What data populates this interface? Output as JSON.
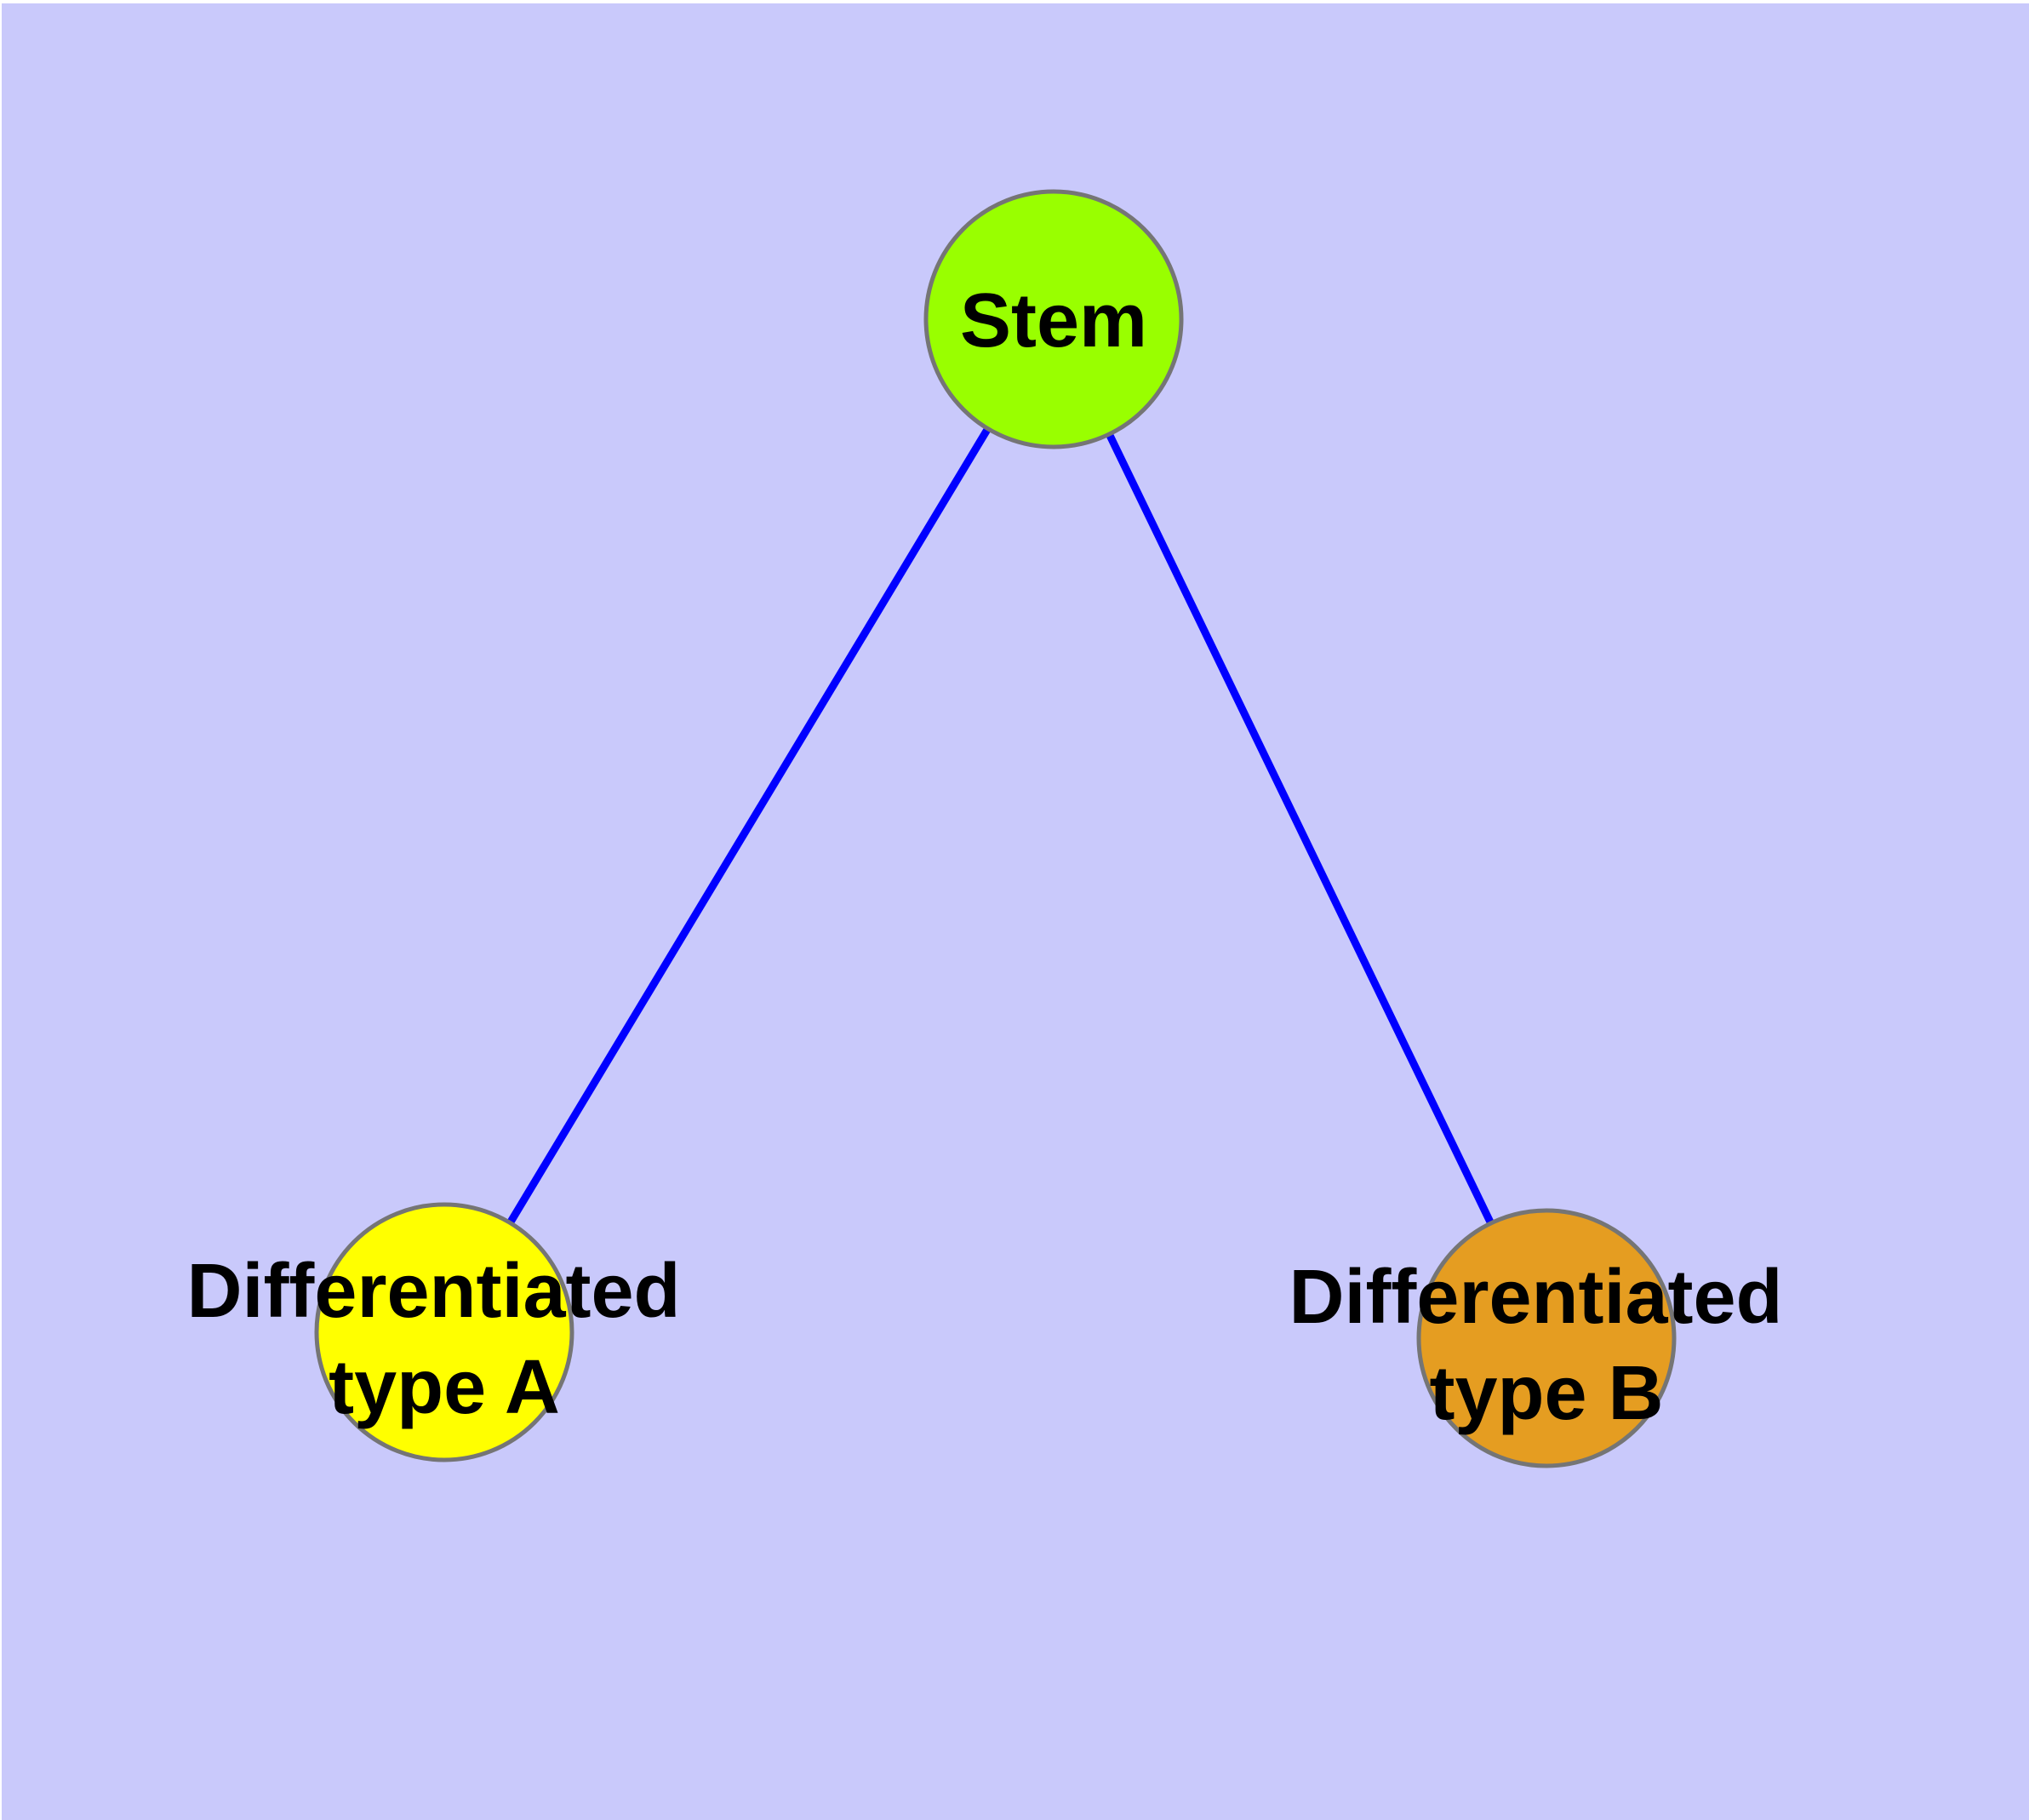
{
  "canvas": {
    "background": "#C9C9FB",
    "edge_highlight": "#FFFFFF"
  },
  "colors": {
    "edge_line": "#0000FF",
    "node_border": "#757575",
    "label_text": "#000000"
  },
  "nodes": {
    "stem": {
      "label": "Stem",
      "fill": "#99FF00"
    },
    "type_a": {
      "label": "Differentiated type A",
      "lines": [
        "Differentiated",
        "type A"
      ],
      "fill": "#FFFF00"
    },
    "type_b": {
      "label": "Differentiated type B",
      "lines": [
        "Differentiated",
        "type B"
      ],
      "fill": "#E59D21"
    }
  },
  "edges": [
    {
      "from": "Stem",
      "to": "Differentiated type A"
    },
    {
      "from": "Stem",
      "to": "Differentiated type B"
    }
  ]
}
